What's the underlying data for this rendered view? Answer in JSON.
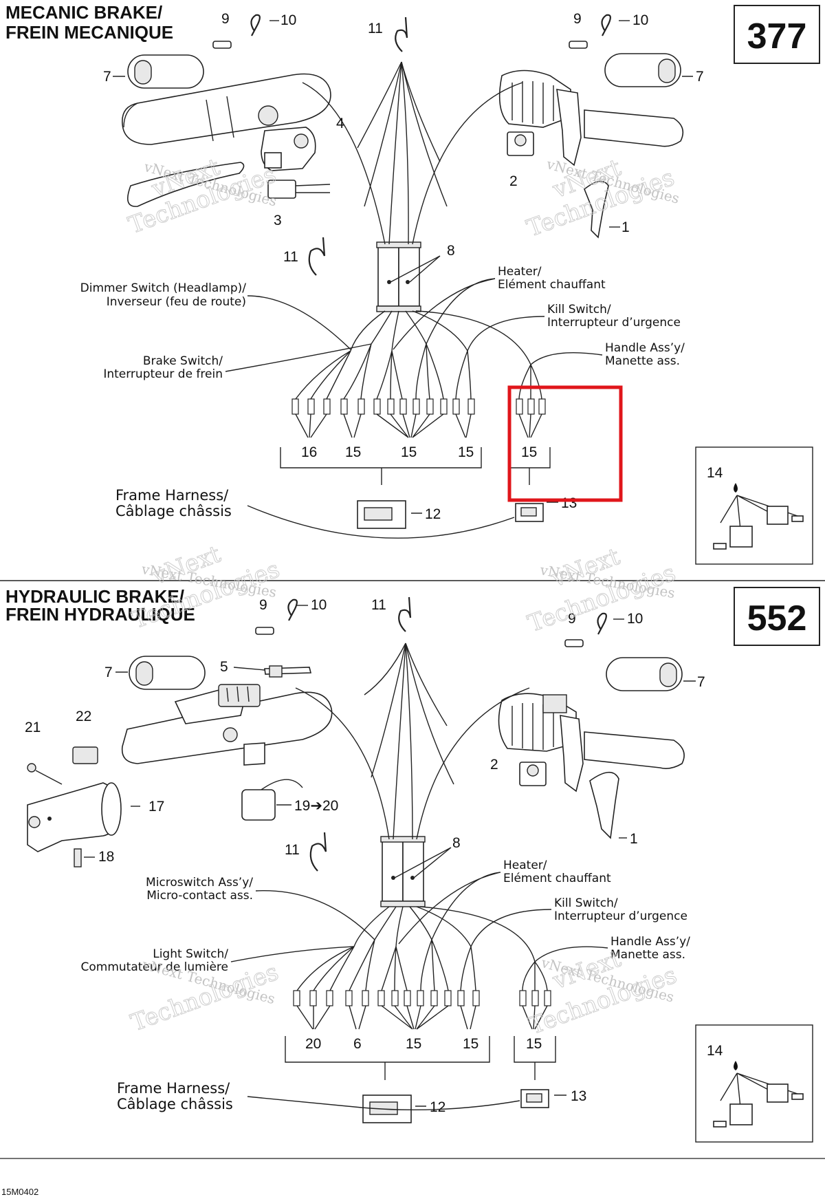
{
  "top_section": {
    "title_line1": "MECANIC BRAKE/",
    "title_line2": "FREIN MECANIQUE",
    "code": "377",
    "callouts": {
      "n9a": "9",
      "n10a": "10",
      "n11a": "11",
      "n9b": "9",
      "n10b": "10",
      "n7a": "7",
      "n7b": "7",
      "n4": "4",
      "n2": "2",
      "n3": "3",
      "n1": "1",
      "n11b": "11",
      "n8": "8",
      "n16": "16",
      "n15a": "15",
      "n15b": "15",
      "n15c": "15",
      "n15d": "15",
      "n12": "12",
      "n13": "13",
      "n14": "14"
    },
    "labels": {
      "dimmer_1": "Dimmer Switch (Headlamp)/",
      "dimmer_2": "Inverseur (feu de route)",
      "heater_1": "Heater/",
      "heater_2": "Elément chauffant",
      "kill_1": "Kill Switch/",
      "kill_2": "Interrupteur d’urgence",
      "handle_1": "Handle Ass’y/",
      "handle_2": "Manette ass.",
      "brake_1": "Brake Switch/",
      "brake_2": "Interrupteur de frein",
      "frame_1": "Frame Harness/",
      "frame_2": "Câblage châssis"
    }
  },
  "bottom_section": {
    "title_line1": "HYDRAULIC BRAKE/",
    "title_line2": "FREIN HYDRAULIQUE",
    "code": "552",
    "callouts": {
      "n9a": "9",
      "n10a": "10",
      "n11a": "11",
      "n9b": "9",
      "n10b": "10",
      "n7a": "7",
      "n7b": "7",
      "n5": "5",
      "n21": "21",
      "n22": "22",
      "n17": "17",
      "n18": "18",
      "n19_20": "19➔20",
      "n2": "2",
      "n1": "1",
      "n11b": "11",
      "n8": "8",
      "n20": "20",
      "n6": "6",
      "n15a": "15",
      "n15b": "15",
      "n15c": "15",
      "n12": "12",
      "n13": "13",
      "n14": "14"
    },
    "labels": {
      "heater_1": "Heater/",
      "heater_2": "Elément chauffant",
      "micro_1": "Microswitch Ass’y/",
      "micro_2": "Micro-contact ass.",
      "kill_1": "Kill Switch/",
      "kill_2": "Interrupteur d’urgence",
      "handle_1": "Handle Ass’y/",
      "handle_2": "Manette ass.",
      "light_1": "Light Switch/",
      "light_2": "Commutateur de lumière",
      "frame_1": "Frame Harness/",
      "frame_2": "Câblage châssis"
    }
  },
  "watermark": {
    "line1": "vNext Technologies",
    "line2": "Technologies",
    "line3": "vNext"
  },
  "footer_code": "15M0402",
  "highlight_color": "#e0161b"
}
